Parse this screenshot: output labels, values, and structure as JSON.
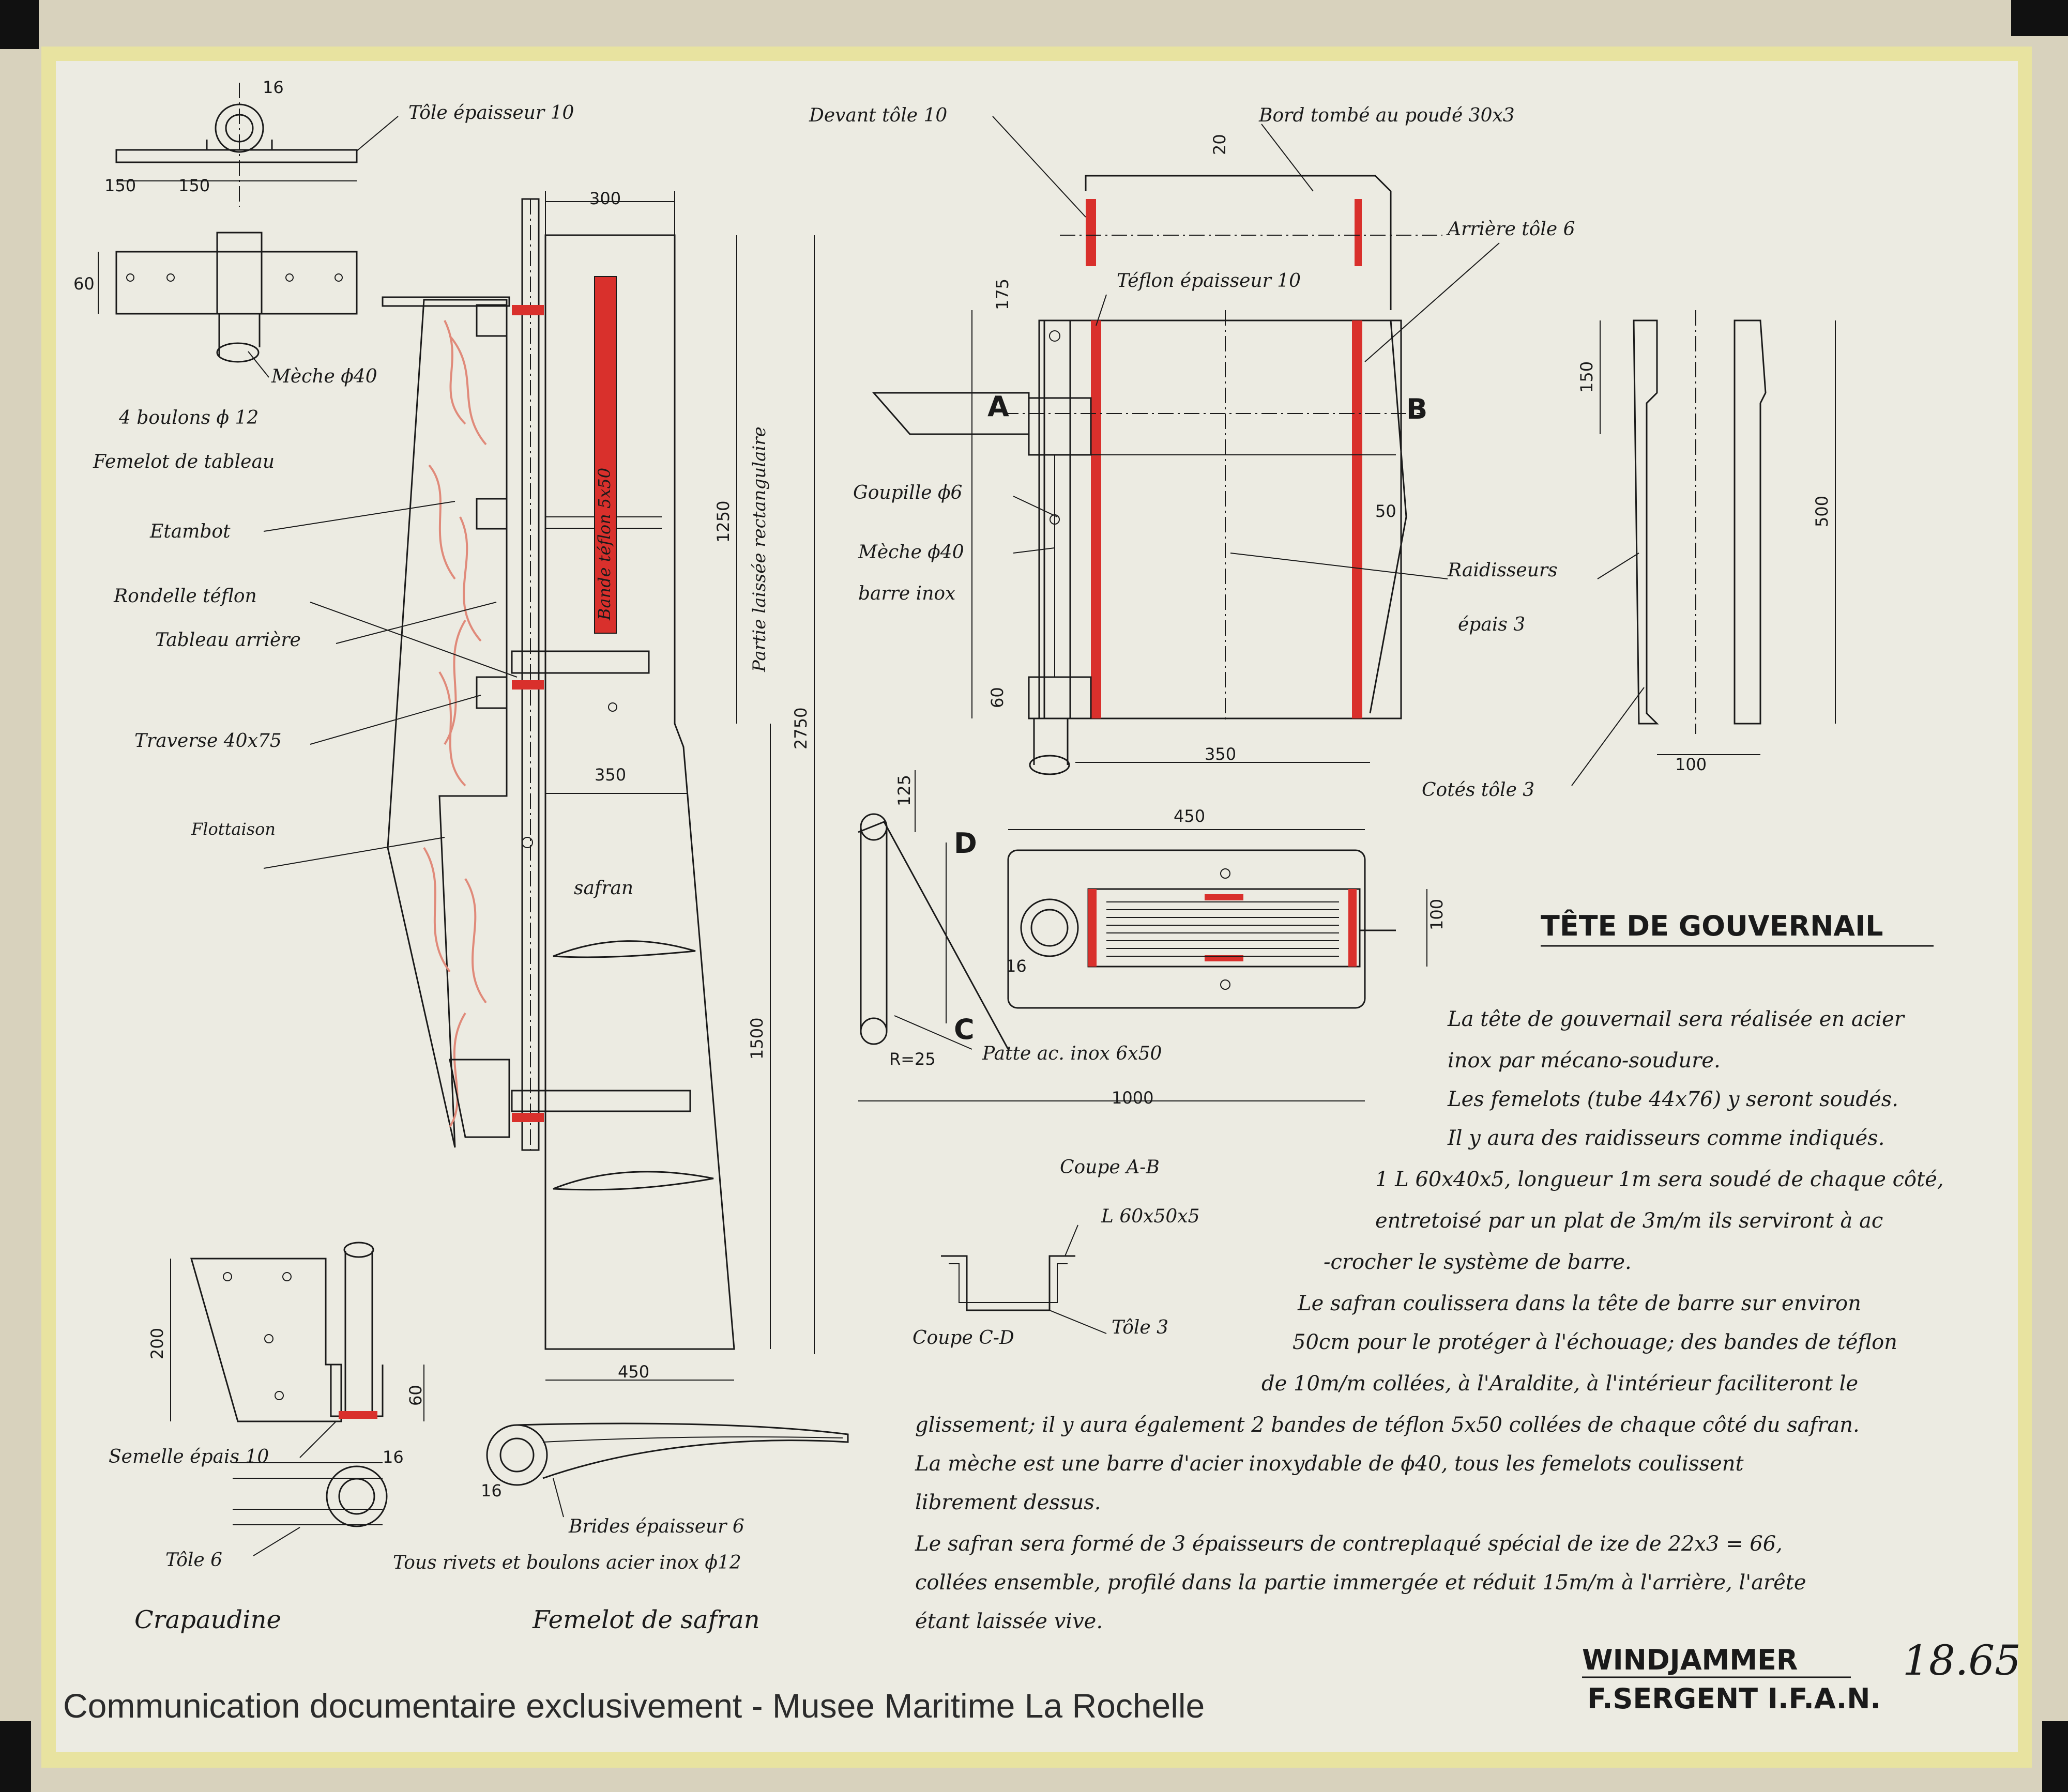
{
  "watermark": "Communication documentaire exclusivement - Musee Maritime La Rochelle",
  "title": "TÊTE DE GOUVERNAIL",
  "signature": {
    "name": "WINDJAMMER",
    "author": "F.SERGENT I.F.A.N.",
    "number": "18.65"
  },
  "labels": {
    "tole10": "Tôle épaisseur 10",
    "meche40": "Mèche ϕ40",
    "boulons": "4 boulons ϕ 12",
    "femelot_tableau": "Femelot de tableau",
    "etambot": "Etambot",
    "rondelle": "Rondelle téflon",
    "tableau": "Tableau arrière",
    "traverse": "Traverse 40x75",
    "flottaison": "Flottaison",
    "safran": "safran",
    "bande_teflon": "Bande téflon 5x50",
    "partie": "Partie laissée rectangulaire",
    "devant": "Devant tôle 10",
    "bord": "Bord tombé au poudé 30x3",
    "arriere": "Arrière tôle 6",
    "teflon10": "Téflon épaisseur 10",
    "goupille": "Goupille ϕ6",
    "meche_barre": "Mèche ϕ40",
    "barre_inox": "barre inox",
    "raidisseurs": "Raidisseurs",
    "epais3": "épais 3",
    "cotes": "Cotés tôle 3",
    "patte": "Patte ac. inox 6x50",
    "coupe_ab": "Coupe A-B",
    "cornier": "L 60x50x5",
    "tole3": "Tôle 3",
    "coupe_cd": "Coupe C-D",
    "semelle": "Semelle épais 10",
    "tole6": "Tôle 6",
    "crapaudine": "Crapaudine",
    "brides": "Brides épaisseur 6",
    "rivets": "Tous rivets et boulons acier inox ϕ12",
    "femelot_safran": "Femelot de safran",
    "A": "A",
    "B": "B",
    "C": "C",
    "D": "D"
  },
  "dims": {
    "d16a": "16",
    "d150a": "150",
    "d150b": "150",
    "d60a": "60",
    "d300": "300",
    "d1250": "1250",
    "d2750": "2750",
    "d350a": "350",
    "d1500": "1500",
    "d450a": "450",
    "d20": "20",
    "d175": "175",
    "d50": "50",
    "d60b": "60",
    "d350b": "350",
    "d150c": "150",
    "d500": "500",
    "d100a": "100",
    "d125": "125",
    "d450b": "450",
    "d100b": "100",
    "d16b": "16",
    "d1000": "1000",
    "r": "R=25",
    "d200": "200",
    "d60c": "60",
    "d16c": "16",
    "d16d": "16"
  },
  "notes": [
    "La tête de gouvernail sera réalisée en acier",
    "inox par mécano-soudure.",
    "Les femelots (tube 44x76) y seront soudés.",
    "Il y aura des raidisseurs comme indiqués.",
    "1 L 60x40x5, longueur 1m sera soudé de chaque côté,",
    "entretoisé par un plat de 3m/m ils serviront à ac",
    "-crocher le système de barre.",
    "Le safran coulissera dans la tête de barre sur environ",
    "50cm pour le protéger à l'échouage; des bandes de téflon",
    "de 10m/m collées, à l'Araldite, à l'intérieur faciliteront le",
    "glissement; il y aura également 2 bandes de téflon 5x50 collées de chaque côté du safran.",
    "La mèche est une barre d'acier inoxydable de ϕ40, tous les femelots coulissent",
    "librement dessus.",
    "Le safran sera formé de 3 épaisseurs de contreplaqué spécial de ize de 22x3 = 66,",
    "collées ensemble, profilé dans la partie immergée et réduit 15m/m à l'arrière, l'arête",
    "étant laissée vive."
  ]
}
